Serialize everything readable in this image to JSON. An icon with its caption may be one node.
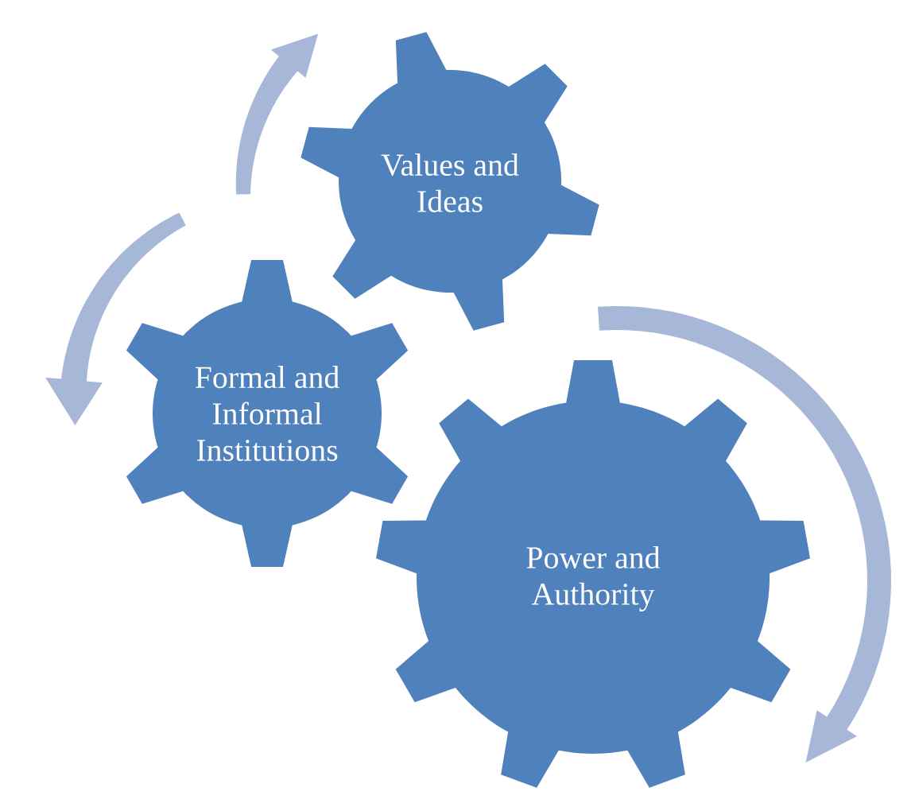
{
  "diagram": {
    "nodes": [
      {
        "text": [
          "Values and Ideas"
        ]
      },
      {
        "text": [
          "Formal and Informal Institutions"
        ]
      },
      {
        "text": [
          "Power and Authority"
        ]
      }
    ]
  }
}
